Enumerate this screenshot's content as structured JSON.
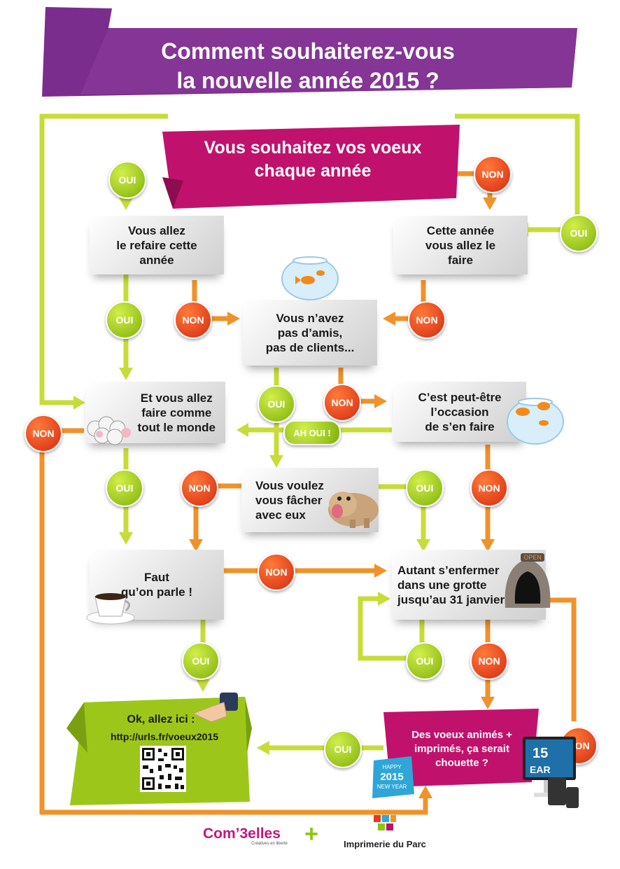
{
  "title": "Comment souhaiterez-vous\nla nouvelle année 2015 ?",
  "start_question": "Vous souhaitez vos voeux\nchaque année",
  "nodes": {
    "refaire": "Vous allez\nle refaire cette\nannée",
    "cette_annee": "Cette année\nvous allez le\nfaire",
    "pas_amis": "Vous n’avez\npas d’amis,\npas de clients...",
    "comme_monde": "Et vous allez\nfaire comme\ntout le monde",
    "occasion": "C’est peut-être\nl’occasion\nde s’en faire",
    "facher": "Vous voulez\nvous fâcher\navec eux",
    "parle": "Faut\nqu’on parle !",
    "grotte": "Autant s’enfermer\ndans une grotte\njusqu’au 31 janvier",
    "voeux_animes": "Des voeux animés +\nimprimés, ça serait\nchouette ?",
    "ok_allez": "Ok, allez ici :",
    "url": "http://urls.fr/voeux2015"
  },
  "labels": {
    "oui": "OUI",
    "non": "NON",
    "ah_oui": "AH OUI !"
  },
  "decor": {
    "open_sign": "OPEN",
    "calendar_line1": "HAPPY",
    "calendar_year": "2015",
    "calendar_line2": "NEW YEAR",
    "screen_text1": "15",
    "screen_text2": "EAR"
  },
  "footer": {
    "logo1": "Com’3elles",
    "logo1_sub": "Créatives en liberté",
    "plus": "+",
    "logo2": "Imprimerie du Parc"
  },
  "colors": {
    "purple": "#7b2d8e",
    "magenta": "#c0126c",
    "green_line": "#c7dc3a",
    "orange_line": "#f0922a",
    "oui_green": "#8cc614",
    "non_red": "#e23a1a"
  }
}
